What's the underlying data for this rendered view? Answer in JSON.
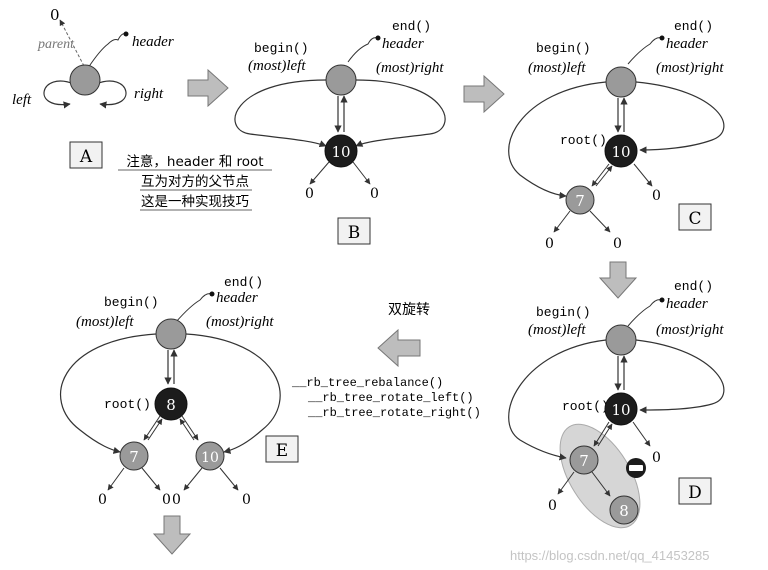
{
  "colors": {
    "gray_node": "#9a9a9a",
    "black_node": "#1c1c1c",
    "arrow_fill": "#bdbdbd",
    "highlight": "#d6d6d6",
    "box_fill": "#f2f2f2"
  },
  "labels": {
    "zero": "0",
    "header": "header",
    "parent": "parent",
    "left": "left",
    "right": "right",
    "end": "end()",
    "begin": "begin()",
    "most_left": "(most)left",
    "most_right": "(most)right",
    "root": "root()"
  },
  "nodes": {
    "n10": "10",
    "n7": "7",
    "n8": "8"
  },
  "panels": {
    "a": "A",
    "b": "B",
    "c": "C",
    "d": "D",
    "e": "E"
  },
  "note": {
    "line1": "注意，header 和 root",
    "line2": "互为对方的父节点",
    "line3": "这是一种实现技巧"
  },
  "rotation": {
    "title": "双旋转",
    "call1": "__rb_tree_rebalance()",
    "call2": "__rb_tree_rotate_left()",
    "call3": "__rb_tree_rotate_right()"
  },
  "watermark": "https://blog.csdn.net/qq_41453285"
}
